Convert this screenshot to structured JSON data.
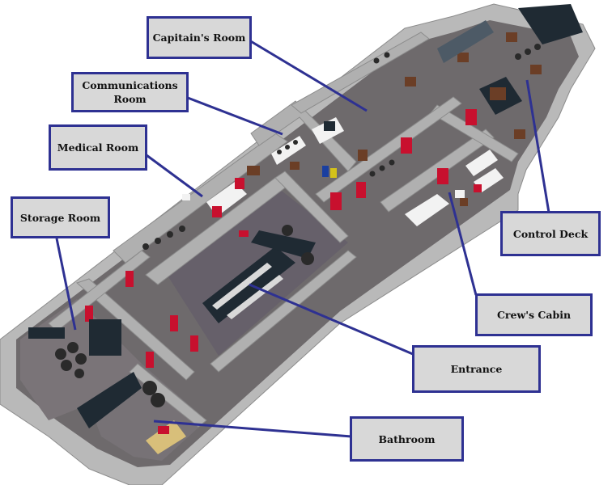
{
  "colors": {
    "label_fill": "#d8d8d8",
    "label_border": "#2e3192",
    "leader": "#2e3192",
    "wall_top": "#b9b9b9",
    "wall_side": "#8c8c8c",
    "floor": "#6e6a6c",
    "door": "#c8102e",
    "furniture_dark": "#1f2a33",
    "furniture_white": "#f2f2f2",
    "furniture_brown": "#6b3e26",
    "furniture_tan": "#d8bf7a"
  },
  "labels": {
    "captains_room": "Capitain's Room",
    "communications_room": "Communications\nRoom",
    "medical_room": "Medical Room",
    "storage_room": "Storage Room",
    "control_deck": "Control Deck",
    "crews_cabin": "Crew's Cabin",
    "entrance": "Entrance",
    "bathroom": "Bathroom"
  }
}
